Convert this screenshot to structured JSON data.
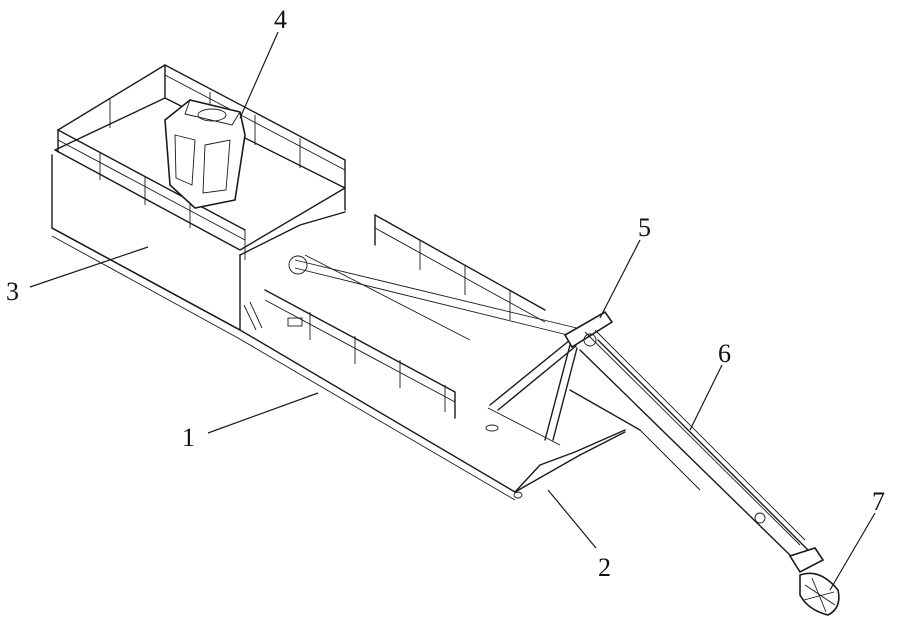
{
  "figure": {
    "labels": [
      {
        "id": "1",
        "text": "1"
      },
      {
        "id": "2",
        "text": "2"
      },
      {
        "id": "3",
        "text": "3"
      },
      {
        "id": "4",
        "text": "4"
      },
      {
        "id": "5",
        "text": "5"
      },
      {
        "id": "6",
        "text": "6"
      },
      {
        "id": "7",
        "text": "7"
      }
    ]
  },
  "style": {
    "line_color": "#1a1a1a",
    "background": "#ffffff"
  }
}
